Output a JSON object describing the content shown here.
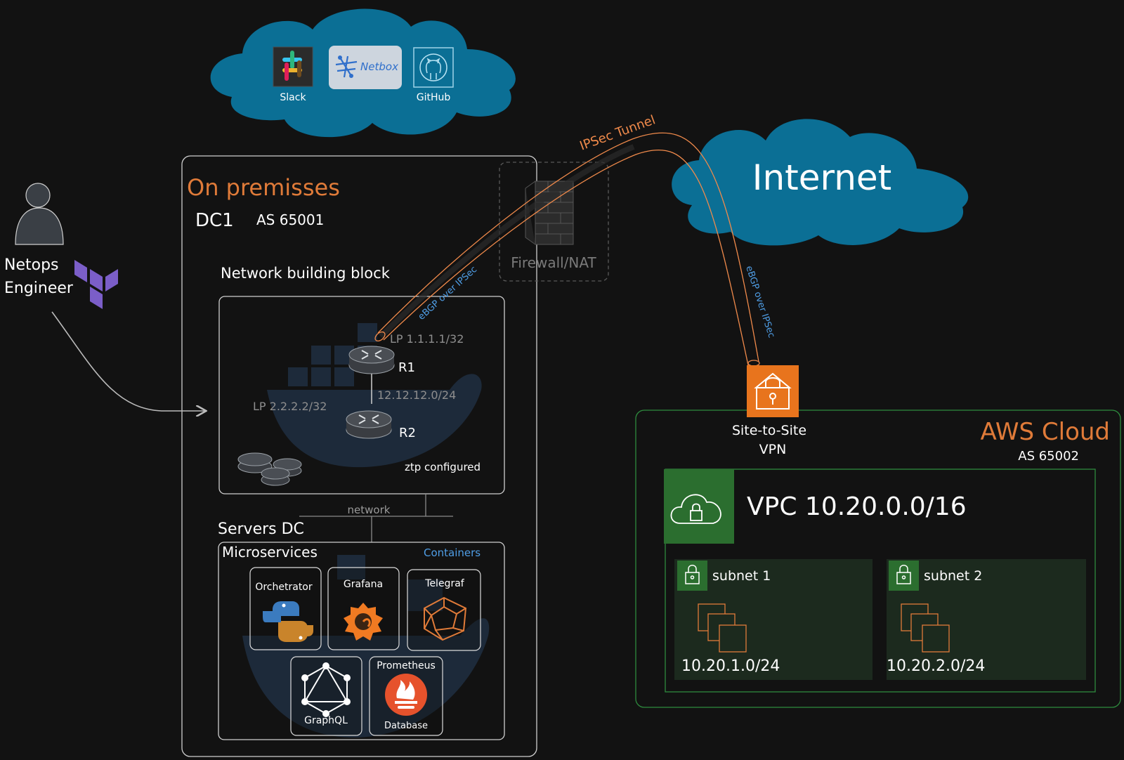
{
  "colors": {
    "background": "#121212",
    "cloud": "#0b6f95",
    "orange": "#e07b39",
    "tunnel": "#f08a4b",
    "aws_green": "#2e8b3e",
    "aws_orange": "#e8741d",
    "docker": "#1d2a3a",
    "terraform": "#7b5ec8",
    "blue_label": "#4f9ee6"
  },
  "saas_cloud": {
    "slack": {
      "label": "Slack",
      "icon": "slack-icon"
    },
    "netbox": {
      "label": "Netbox",
      "icon": "netbox-icon"
    },
    "github": {
      "label": "GitHub",
      "icon": "github-icon"
    }
  },
  "internet": {
    "label": "Internet"
  },
  "tunnel": {
    "label": "IPSec Tunnel",
    "ebgp_left": "eBGP over IPSec",
    "ebgp_right": "eBGP over IPSec"
  },
  "engineer": {
    "line1": "Netops",
    "line2": "Engineer",
    "icon": "terraform-icon"
  },
  "onprem": {
    "title": "On premisses",
    "dc": "DC1",
    "as": "AS 65001",
    "firewall": "Firewall/NAT",
    "network_block": {
      "title": "Network building block",
      "r1_lp": "LP 1.1.1.1/32",
      "r1": "R1",
      "link": "12.12.12.0/24",
      "r2_lp": "LP 2.2.2.2/32",
      "r2": "R2",
      "ztp": "ztp configured"
    },
    "network_label": "network",
    "servers": {
      "title": "Servers DC",
      "microservices": "Microservices",
      "containers": "Containers",
      "orchestrator": "Orchetrator",
      "grafana": "Grafana",
      "telegraf": "Telegraf",
      "graphql": "GraphQL",
      "prometheus": "Prometheus",
      "database": "Database"
    }
  },
  "aws": {
    "vpn_line1": "Site-to-Site",
    "vpn_line2": "VPN",
    "title": "AWS Cloud",
    "as": "AS 65002",
    "vpc": "VPC 10.20.0.0/16",
    "subnet1": {
      "name": "subnet 1",
      "cidr": "10.20.1.0/24"
    },
    "subnet2": {
      "name": "subnet 2",
      "cidr": "10.20.2.0/24"
    }
  }
}
